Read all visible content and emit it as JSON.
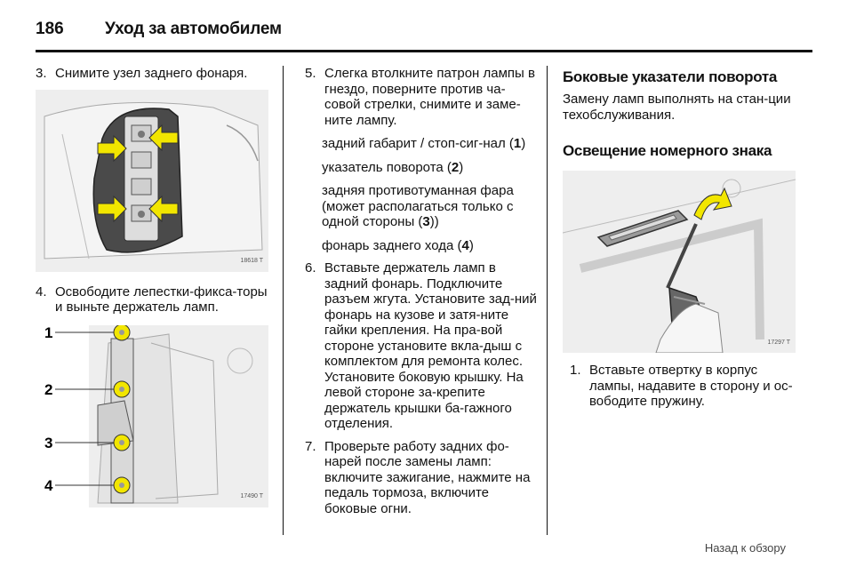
{
  "header": {
    "page_number": "186",
    "title": "Уход за автомобилем"
  },
  "col1": {
    "step3": {
      "num": "3.",
      "text": "Снимите узел заднего фонаря."
    },
    "fig1_code": "18618 T",
    "step4": {
      "num": "4.",
      "text": "Освободите лепестки-фикса-торы и выньте держатель ламп."
    },
    "fig2_code": "17490 T",
    "fig2_labels": [
      "1",
      "2",
      "3",
      "4"
    ]
  },
  "col2": {
    "step5": {
      "num": "5.",
      "text": "Слегка втолкните патрон лампы в гнездо, поверните против ча-совой стрелки, снимите и заме-ните лампу."
    },
    "lamps": [
      {
        "text": "задний габарит / стоп-сиг-нал (",
        "num": "1",
        "close": ")"
      },
      {
        "text": "указатель поворота (",
        "num": "2",
        "close": ")"
      },
      {
        "text": "задняя противотуманная фара (может располагаться только с одной стороны (",
        "num": "3",
        "close": "))"
      },
      {
        "text": "фонарь заднего хода (",
        "num": "4",
        "close": ")"
      }
    ],
    "step6": {
      "num": "6.",
      "text": "Вставьте держатель ламп в задний фонарь. Подключите разъем жгута. Установите зад-ний фонарь на кузове и затя-ните гайки крепления. На пра-вой стороне установите вкла-дыш с комплектом для ремонта колес. Установите боковую крышку. На левой стороне за-крепите держатель крышки ба-гажного отделения."
    },
    "step7": {
      "num": "7.",
      "text": "Проверьте работу задних фо-нарей после замены ламп: включите зажигание, нажмите на педаль тормоза, включите боковые огни."
    }
  },
  "col3": {
    "heading1": "Боковые указатели поворота",
    "para1": "Замену ламп выполнять на стан-ции техобслуживания.",
    "heading2": "Освещение номерного знака",
    "fig3_code": "17297 T",
    "step1": {
      "num": "1.",
      "text": "Вставьте отвертку в корпус лампы, надавите в сторону и ос-вободите пружину."
    }
  },
  "footer": {
    "link": "Назад к обзору"
  },
  "colors": {
    "arrow_yellow": "#f2e600",
    "text": "#111111",
    "figure_bg": "#eeeeee"
  }
}
